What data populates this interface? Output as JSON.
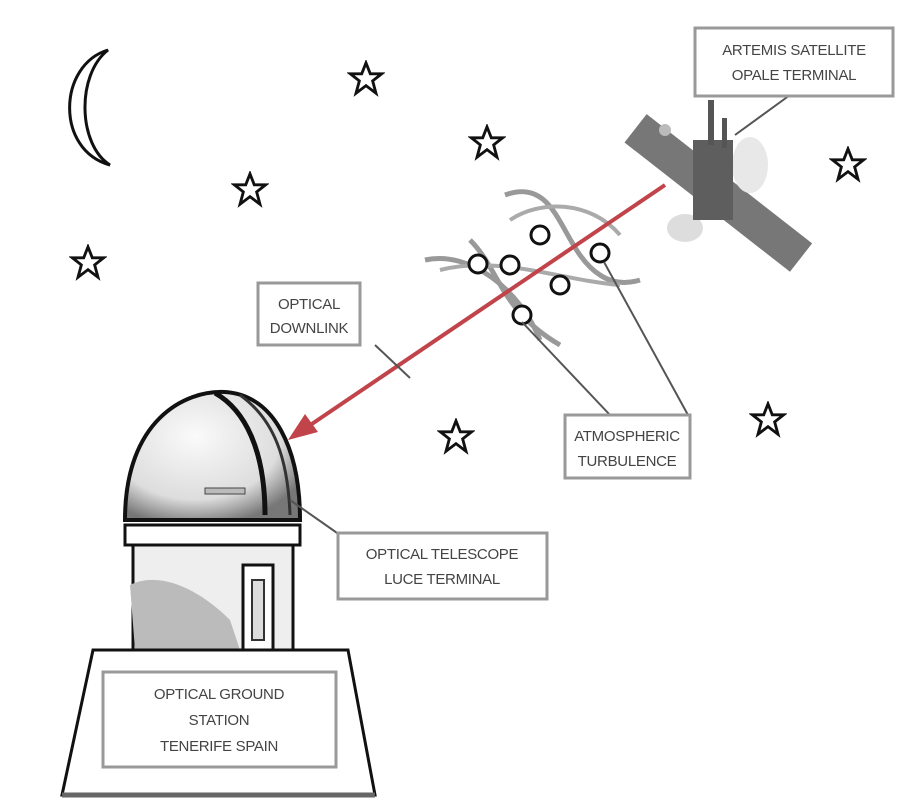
{
  "labels": {
    "satellite": [
      "ARTEMIS SATELLITE",
      "OPALE TERMINAL"
    ],
    "downlink": [
      "OPTICAL",
      "DOWNLINK"
    ],
    "turbulence": [
      "ATMOSPHERIC",
      "TURBULENCE"
    ],
    "telescope": [
      "OPTICAL TELESCOPE",
      "LUCE TERMINAL"
    ],
    "ground_station": [
      "OPTICAL GROUND",
      "STATION",
      "TENERIFE SPAIN"
    ]
  },
  "colors": {
    "downlink_beam": "#c0444a",
    "satellite_body": "#6e6e6e",
    "label_border": "#999999"
  }
}
